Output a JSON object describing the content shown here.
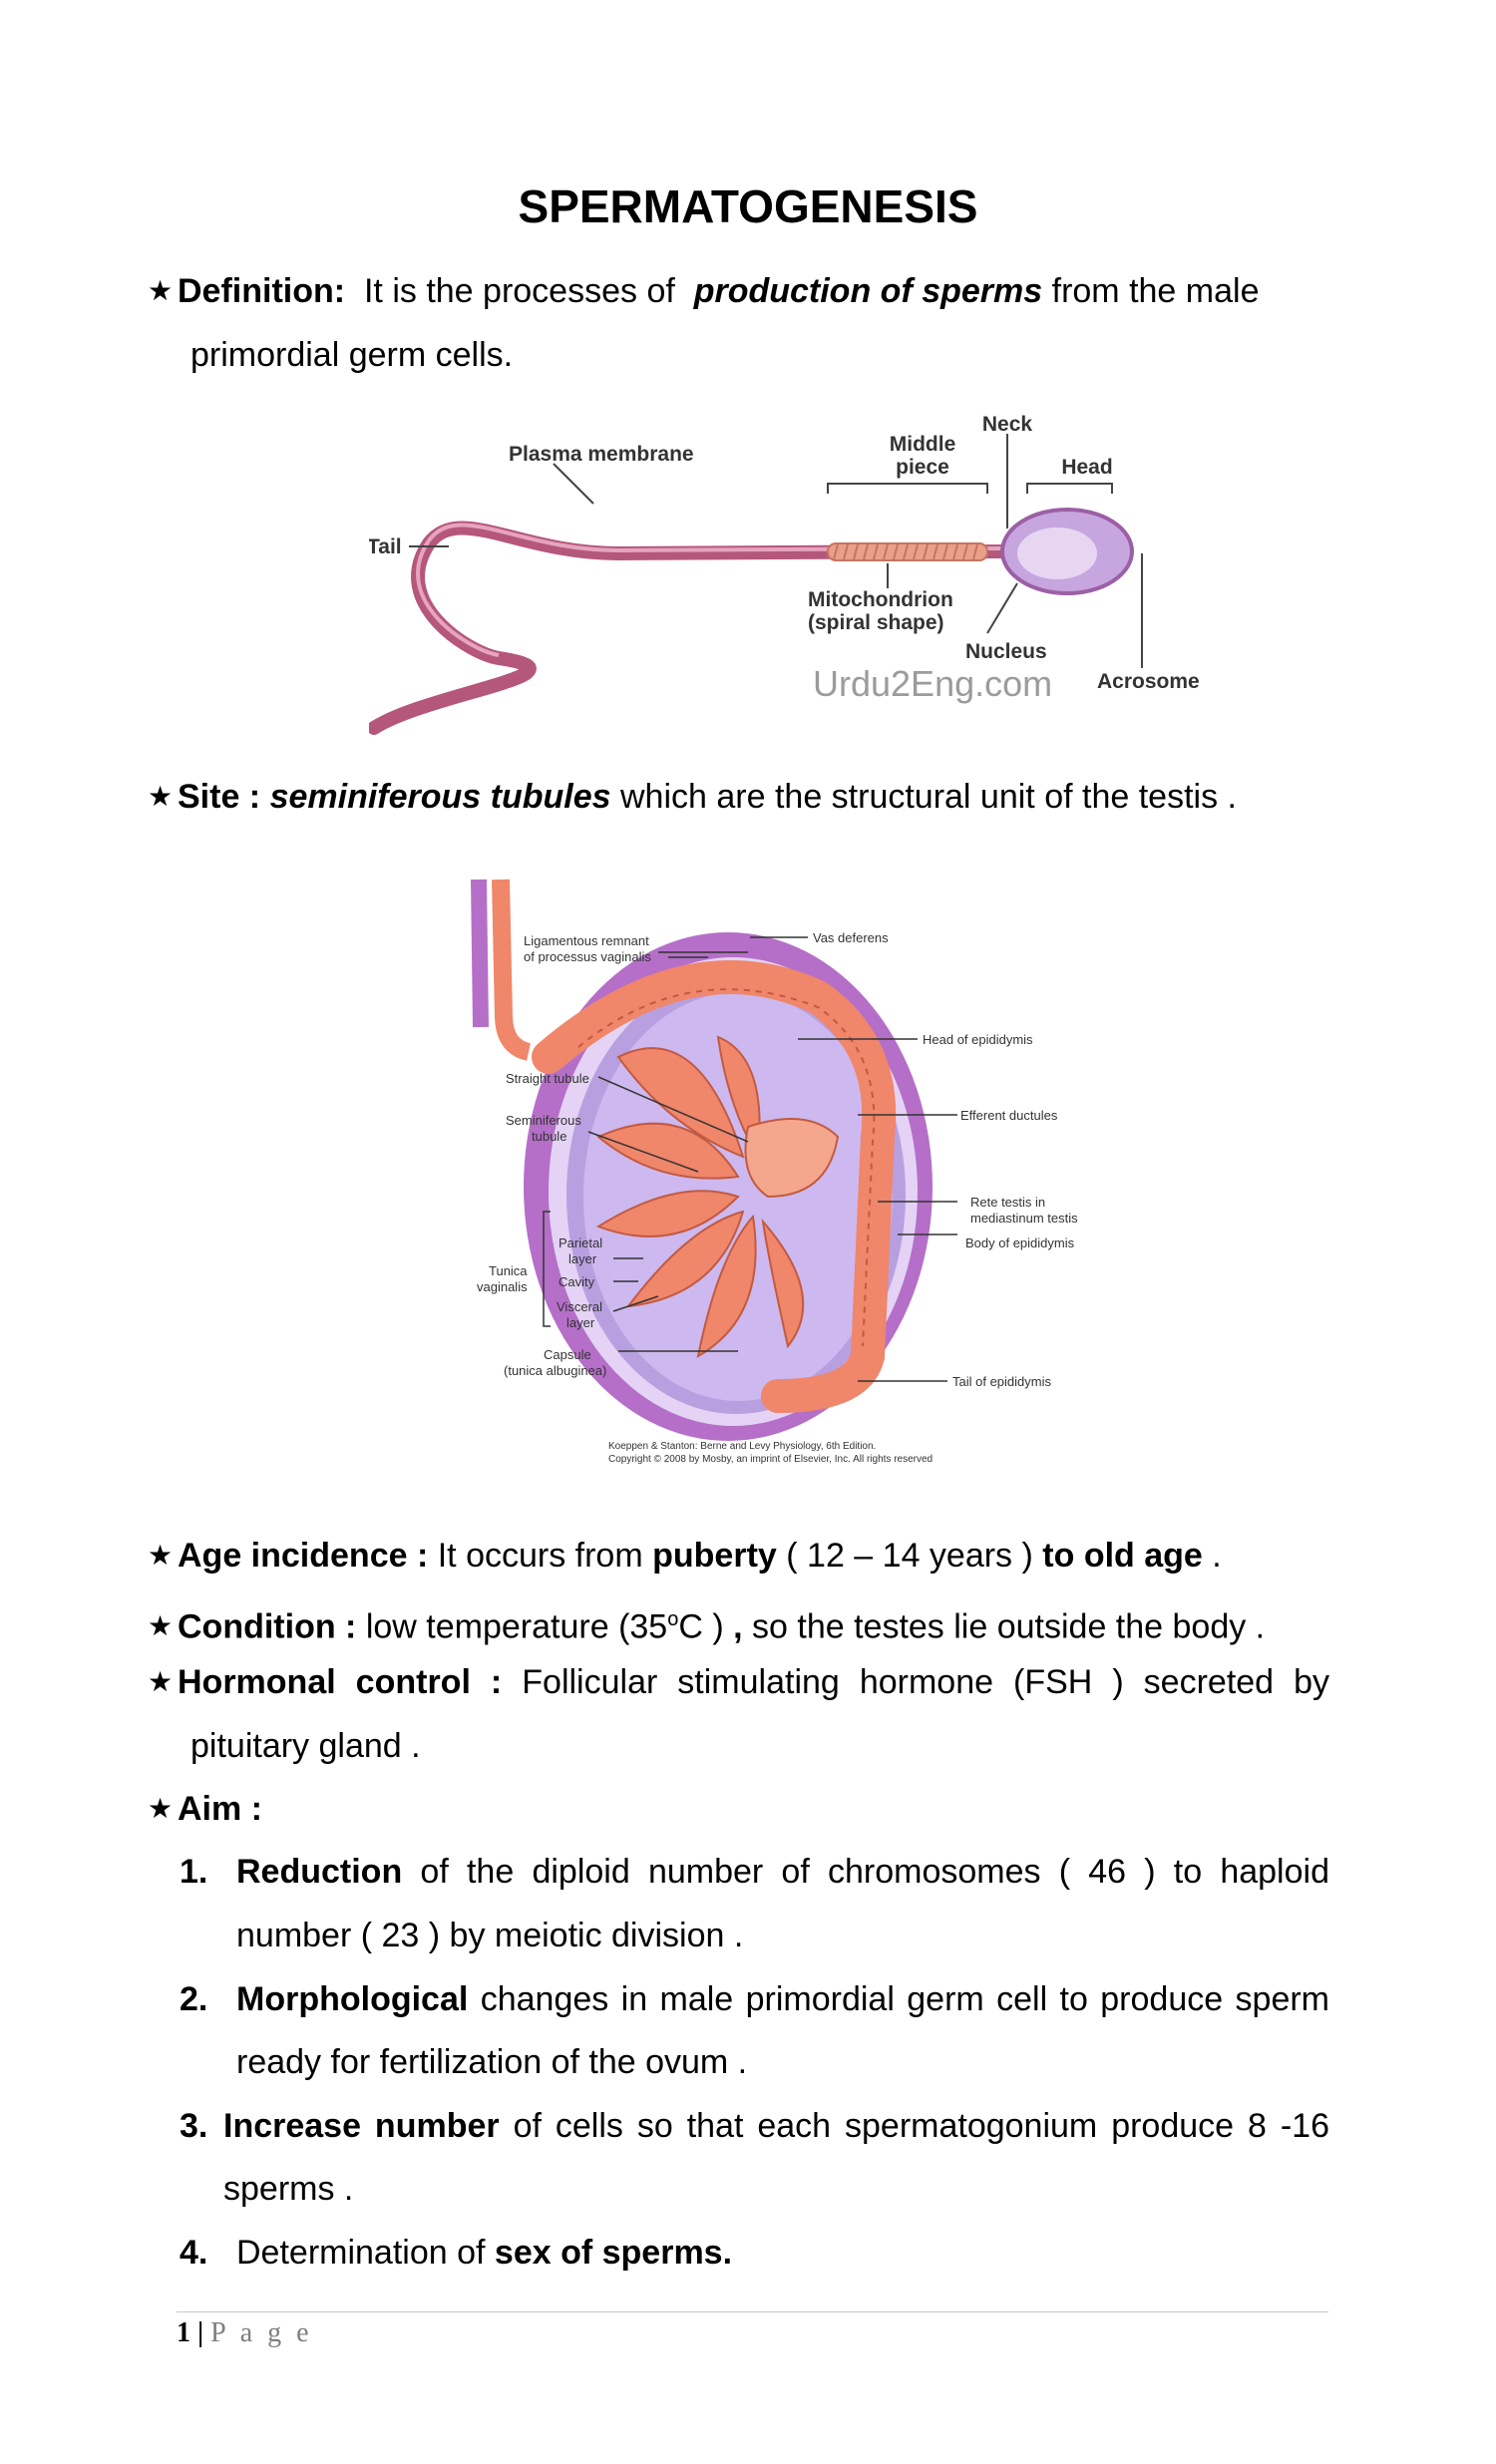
{
  "title": "SPERMATOGENESIS",
  "definition": {
    "label": "Definition:",
    "text1": "It is the processes of",
    "emph": "production of sperms",
    "text2": "from the male",
    "cont": "primordial germ cells."
  },
  "sperm_figure": {
    "labels": {
      "plasma_membrane": "Plasma membrane",
      "neck": "Neck",
      "middle_piece_1": "Middle",
      "middle_piece_2": "piece",
      "head": "Head",
      "tail": "Tail",
      "mito_1": "Mitochondrion",
      "mito_2": "(spiral shape)",
      "nucleus": "Nucleus",
      "acrosome": "Acrosome",
      "watermark": "Urdu2Eng.com"
    },
    "colors": {
      "body": "#b5577b",
      "head": "#c7a6e0",
      "midpiece": "#e8a08a"
    }
  },
  "site": {
    "label": "Site :",
    "emph": "seminiferous tubules",
    "text": "which are the structural unit of the testis ."
  },
  "testis_figure": {
    "labels": {
      "lig_1": "Ligamentous remnant",
      "lig_2": "of processus vaginalis",
      "vas": "Vas deferens",
      "head_epi": "Head of epididymis",
      "straight": "Straight tubule",
      "semi_1": "Seminiferous",
      "semi_2": "tubule",
      "efferent": "Efferent ductules",
      "rete_1": "Rete testis in",
      "rete_2": "mediastinum testis",
      "body_epi": "Body of epididymis",
      "parietal_1": "Parietal",
      "parietal_2": "layer",
      "tunica_1": "Tunica",
      "tunica_2": "vaginalis",
      "cavity": "Cavity",
      "visceral_1": "Visceral",
      "visceral_2": "layer",
      "capsule_1": "Capsule",
      "capsule_2": "(tunica albuginea)",
      "tail_epi": "Tail of epididymis",
      "credit_1": "Koeppen & Stanton: Berne and Levy Physiology, 6th Edition.",
      "credit_2": "Copyright © 2008 by Mosby, an imprint of Elsevier, Inc. All rights reserved"
    },
    "colors": {
      "tubule": "#f0866a",
      "tunica": "#b56fc8",
      "capsule": "#cdb9f0"
    }
  },
  "age": {
    "label": "Age incidence :",
    "t1": "It occurs from",
    "b1": "puberty",
    "t2": "( 12 – 14 years )",
    "b2": "to old age",
    "t3": "."
  },
  "condition": {
    "label": "Condition :",
    "t1": "low temperature (35",
    "sup": "o",
    "t2": "C )",
    "b1": ",",
    "t3": "so the testes lie outside the body ."
  },
  "hormonal": {
    "label": "Hormonal control",
    "colon": ":",
    "text": "Follicular stimulating hormone (FSH ) secreted by",
    "cont": "pituitary gland ."
  },
  "aim": {
    "label": "Aim :",
    "items": [
      {
        "num": "1.",
        "bold": "Reduction",
        "text": "of the diploid number of chromosomes ( 46 ) to haploid",
        "cont": "number ( 23 ) by meiotic division ."
      },
      {
        "num": "2.",
        "bold": "Morphological",
        "text": "changes in male primordial germ cell to produce sperm",
        "cont": "ready for fertilization of the ovum ."
      },
      {
        "num": "3.",
        "bold": "Increase number",
        "text": "of cells so that each spermatogonium produce 8 -16",
        "cont": "sperms ."
      },
      {
        "num": "4.",
        "text": "Determination of",
        "bold": "sex of sperms."
      }
    ]
  },
  "footer": {
    "page_number": "1",
    "separator": "|",
    "page_label": "P a g e"
  }
}
